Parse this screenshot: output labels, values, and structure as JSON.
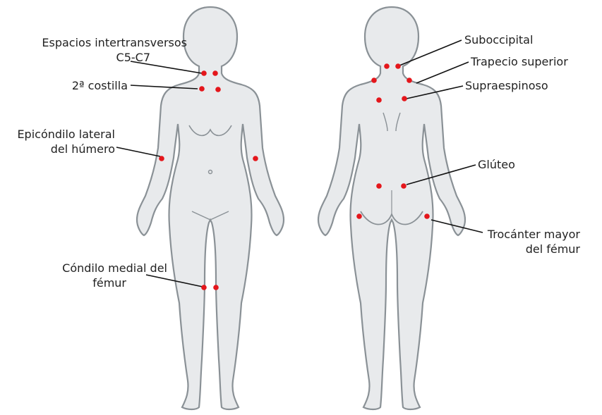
{
  "labels": {
    "front_c5c7_line1": "Espacios intertransversos",
    "front_c5c7_line2": "C5-C7",
    "front_rib": "2ª costilla",
    "front_epi_line1": "Epicóndilo lateral",
    "front_epi_line2": "del húmero",
    "front_knee_line1": "Cóndilo medial del",
    "front_knee_line2": "fémur",
    "back_suboccipital": "Suboccipital",
    "back_trapezius": "Trapecio superior",
    "back_supraspinatus": "Supraespinoso",
    "back_gluteus": "Glúteo",
    "back_troch_line1": "Trocánter mayor",
    "back_troch_line2": "del fémur"
  },
  "colors": {
    "body_fill": "#e8eaec",
    "body_stroke": "#8a9196",
    "point": "#e4161b",
    "leader": "#111111"
  }
}
